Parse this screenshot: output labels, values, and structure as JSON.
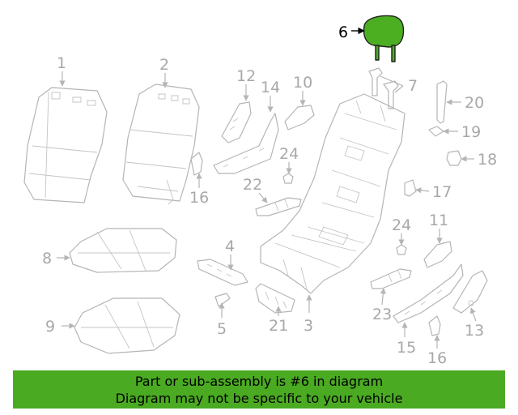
{
  "colors": {
    "highlight": "#4caf22",
    "banner": "#4aaa22",
    "line": "#b5b5b5",
    "label": "#a8a8a8"
  },
  "callouts": {
    "c1": "1",
    "c2": "2",
    "c3": "3",
    "c4": "4",
    "c5": "5",
    "c6": "6",
    "c7": "7",
    "c8": "8",
    "c9": "9",
    "c10": "10",
    "c11": "11",
    "c12": "12",
    "c13": "13",
    "c14": "14",
    "c15": "15",
    "c16a": "16",
    "c16b": "16",
    "c17": "17",
    "c18": "18",
    "c19": "19",
    "c20": "20",
    "c21": "21",
    "c22": "22",
    "c23": "23",
    "c24a": "24",
    "c24b": "24"
  },
  "banner": {
    "line1": "Part or sub-assembly is #6 in diagram",
    "line2": "Diagram may not be specific to your vehicle"
  }
}
